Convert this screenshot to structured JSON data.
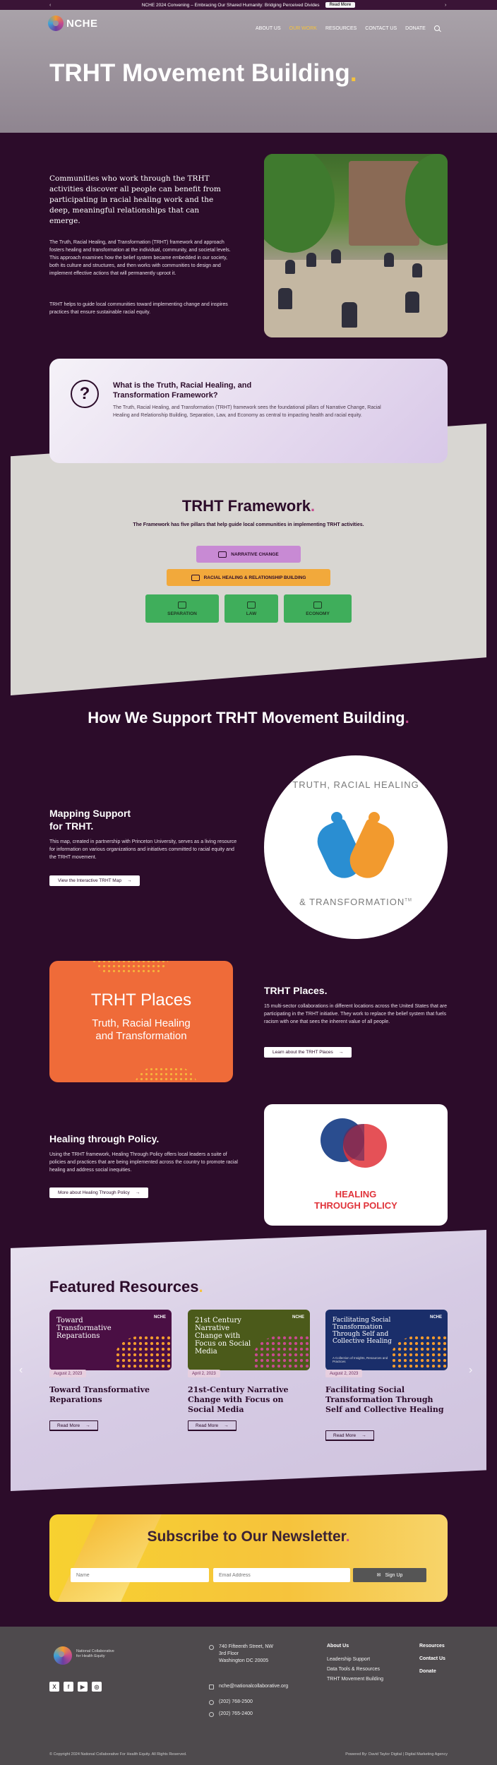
{
  "announcement": {
    "text": "NCHE 2024 Convening – Embracing Our Shared Humanity: Bridging Perceived Divides",
    "button": "Read More",
    "prev": "‹",
    "next": "›"
  },
  "header": {
    "logo_text": "NCHE",
    "nav": [
      "ABOUT US",
      "OUR WORK",
      "RESOURCES",
      "CONTACT US",
      "DONATE"
    ],
    "active_nav": "OUR WORK"
  },
  "hero": {
    "title": "TRHT Movement Building",
    "accent": "."
  },
  "intro": {
    "lead": "Communities who work through the TRHT activities discover all people can benefit from participating in racial healing work and the deep, meaningful relationships that can emerge.",
    "p1": "The Truth, Racial Healing, and Transformation (TRHT) framework and approach fosters healing and transformation at the individual, community, and societal levels. This approach examines how the belief system became embedded in our society, both its culture and structures, and then works with communities to design and implement effective actions that will permanently uproot it.",
    "p2": "TRHT helps to guide local communities toward implementing change and inspires practices that ensure sustainable racial equity."
  },
  "question": {
    "icon": "?",
    "title": "What is the Truth, Racial Healing, and Transformation Framework?",
    "text": "The Truth, Racial Healing, and Transformation (TRHT) framework sees the foundational pillars of Narrative Change, Racial Healing and Relationship Building, Separation, Law, and Economy as central to impacting health and racial equity."
  },
  "framework": {
    "title": "TRHT Framework",
    "accent": ".",
    "subtitle": "The Framework has five pillars that help guide local communities in implementing TRHT activities.",
    "narrative": "NARRATIVE CHANGE",
    "healing": "RACIAL HEALING & RELATIONSHIP BUILDING",
    "pillars": [
      "SEPARATION",
      "LAW",
      "ECONOMY"
    ],
    "colors": {
      "narrative": "#c88ad4",
      "healing": "#f2a93b",
      "pillars": "#3fae5b"
    }
  },
  "support": {
    "title": "How We Support TRHT Movement Building",
    "accent": ".",
    "mapping": {
      "title_line1": "Mapping Support",
      "title_line2": "for TRHT.",
      "text": "This map, created in partnership with Princeton University, serves as a living resource for information on various organizations and initiatives committed to racial equity and the TRHT movement.",
      "button": "View the Interactive TRHT Map",
      "logo_top": "TRUTH, RACIAL HEALING",
      "logo_bottom": "& TRANSFORMATION",
      "logo_tm": "TM"
    },
    "places": {
      "title": "TRHT Places.",
      "text": "15 multi-sector collaborations in different locations across the United States that are participating in the TRHT initiative. They work to replace the belief system that fuels racism with one that sees the inherent value of all people.",
      "button": "Learn about the TRHT Places",
      "card_title": "TRHT Places",
      "card_sub_line1": "Truth, Racial Healing",
      "card_sub_line2": "and Transformation"
    },
    "policy": {
      "title": "Healing through Policy.",
      "text": "Using the TRHT framework, Healing Through Policy offers local leaders a suite of policies and practices that are being implemented across the country to promote racial healing and address social inequities.",
      "button": "More about Healing Through Policy",
      "card_line1": "HEALING",
      "card_line2": "THROUGH POLICY"
    }
  },
  "featured": {
    "title": "Featured Resources",
    "accent": ".",
    "read_more": "Read More",
    "items": [
      {
        "card_title": "Toward Transformative Reparations",
        "brand": "NCHE",
        "date": "August 2, 2023",
        "title": "Toward Transformative Reparations",
        "bg": "#4a0f44"
      },
      {
        "card_title": "21st Century Narrative Change with Focus on Social Media",
        "brand": "NCHE",
        "date": "April 2, 2023",
        "title": "21st-Century Narrative Change with Focus on Social Media",
        "bg": "#4b5a1a"
      },
      {
        "card_title": "Facilitating Social Transformation Through Self and Collective Healing",
        "card_sub": "A Collection of Insights, Resources and Practices",
        "brand": "NCHE",
        "date": "August 2, 2023",
        "title": "Facilitating Social Transformation Through Self and Collective Healing",
        "bg": "#1a2e6a"
      }
    ]
  },
  "newsletter": {
    "title": "Subscribe to Our Newsletter",
    "accent": ".",
    "name_placeholder": "Name",
    "email_placeholder": "Email Address",
    "button": "Sign Up"
  },
  "footer": {
    "logo_text": "National Collaborative for Health Equity",
    "address": [
      "740 Fifteenth Street, NW",
      "3rd Floor",
      "Washington DC 20005"
    ],
    "email": "nche@nationalcollaborative.org",
    "phone1": "(202) 768-2500",
    "phone2": "(202) 765-2400",
    "col1_head": "About Us",
    "col1": [
      "Leadership Support",
      "Data Tools & Resources",
      "TRHT Movement Building"
    ],
    "col2": [
      "Resources",
      "Contact Us",
      "Donate"
    ],
    "copyright": "© Copyright 2024 National Collaborative For Health Equity. All Rights Reserved.",
    "powered": "Powered By: David Taylor Digital | Digital Marketing Agency"
  }
}
